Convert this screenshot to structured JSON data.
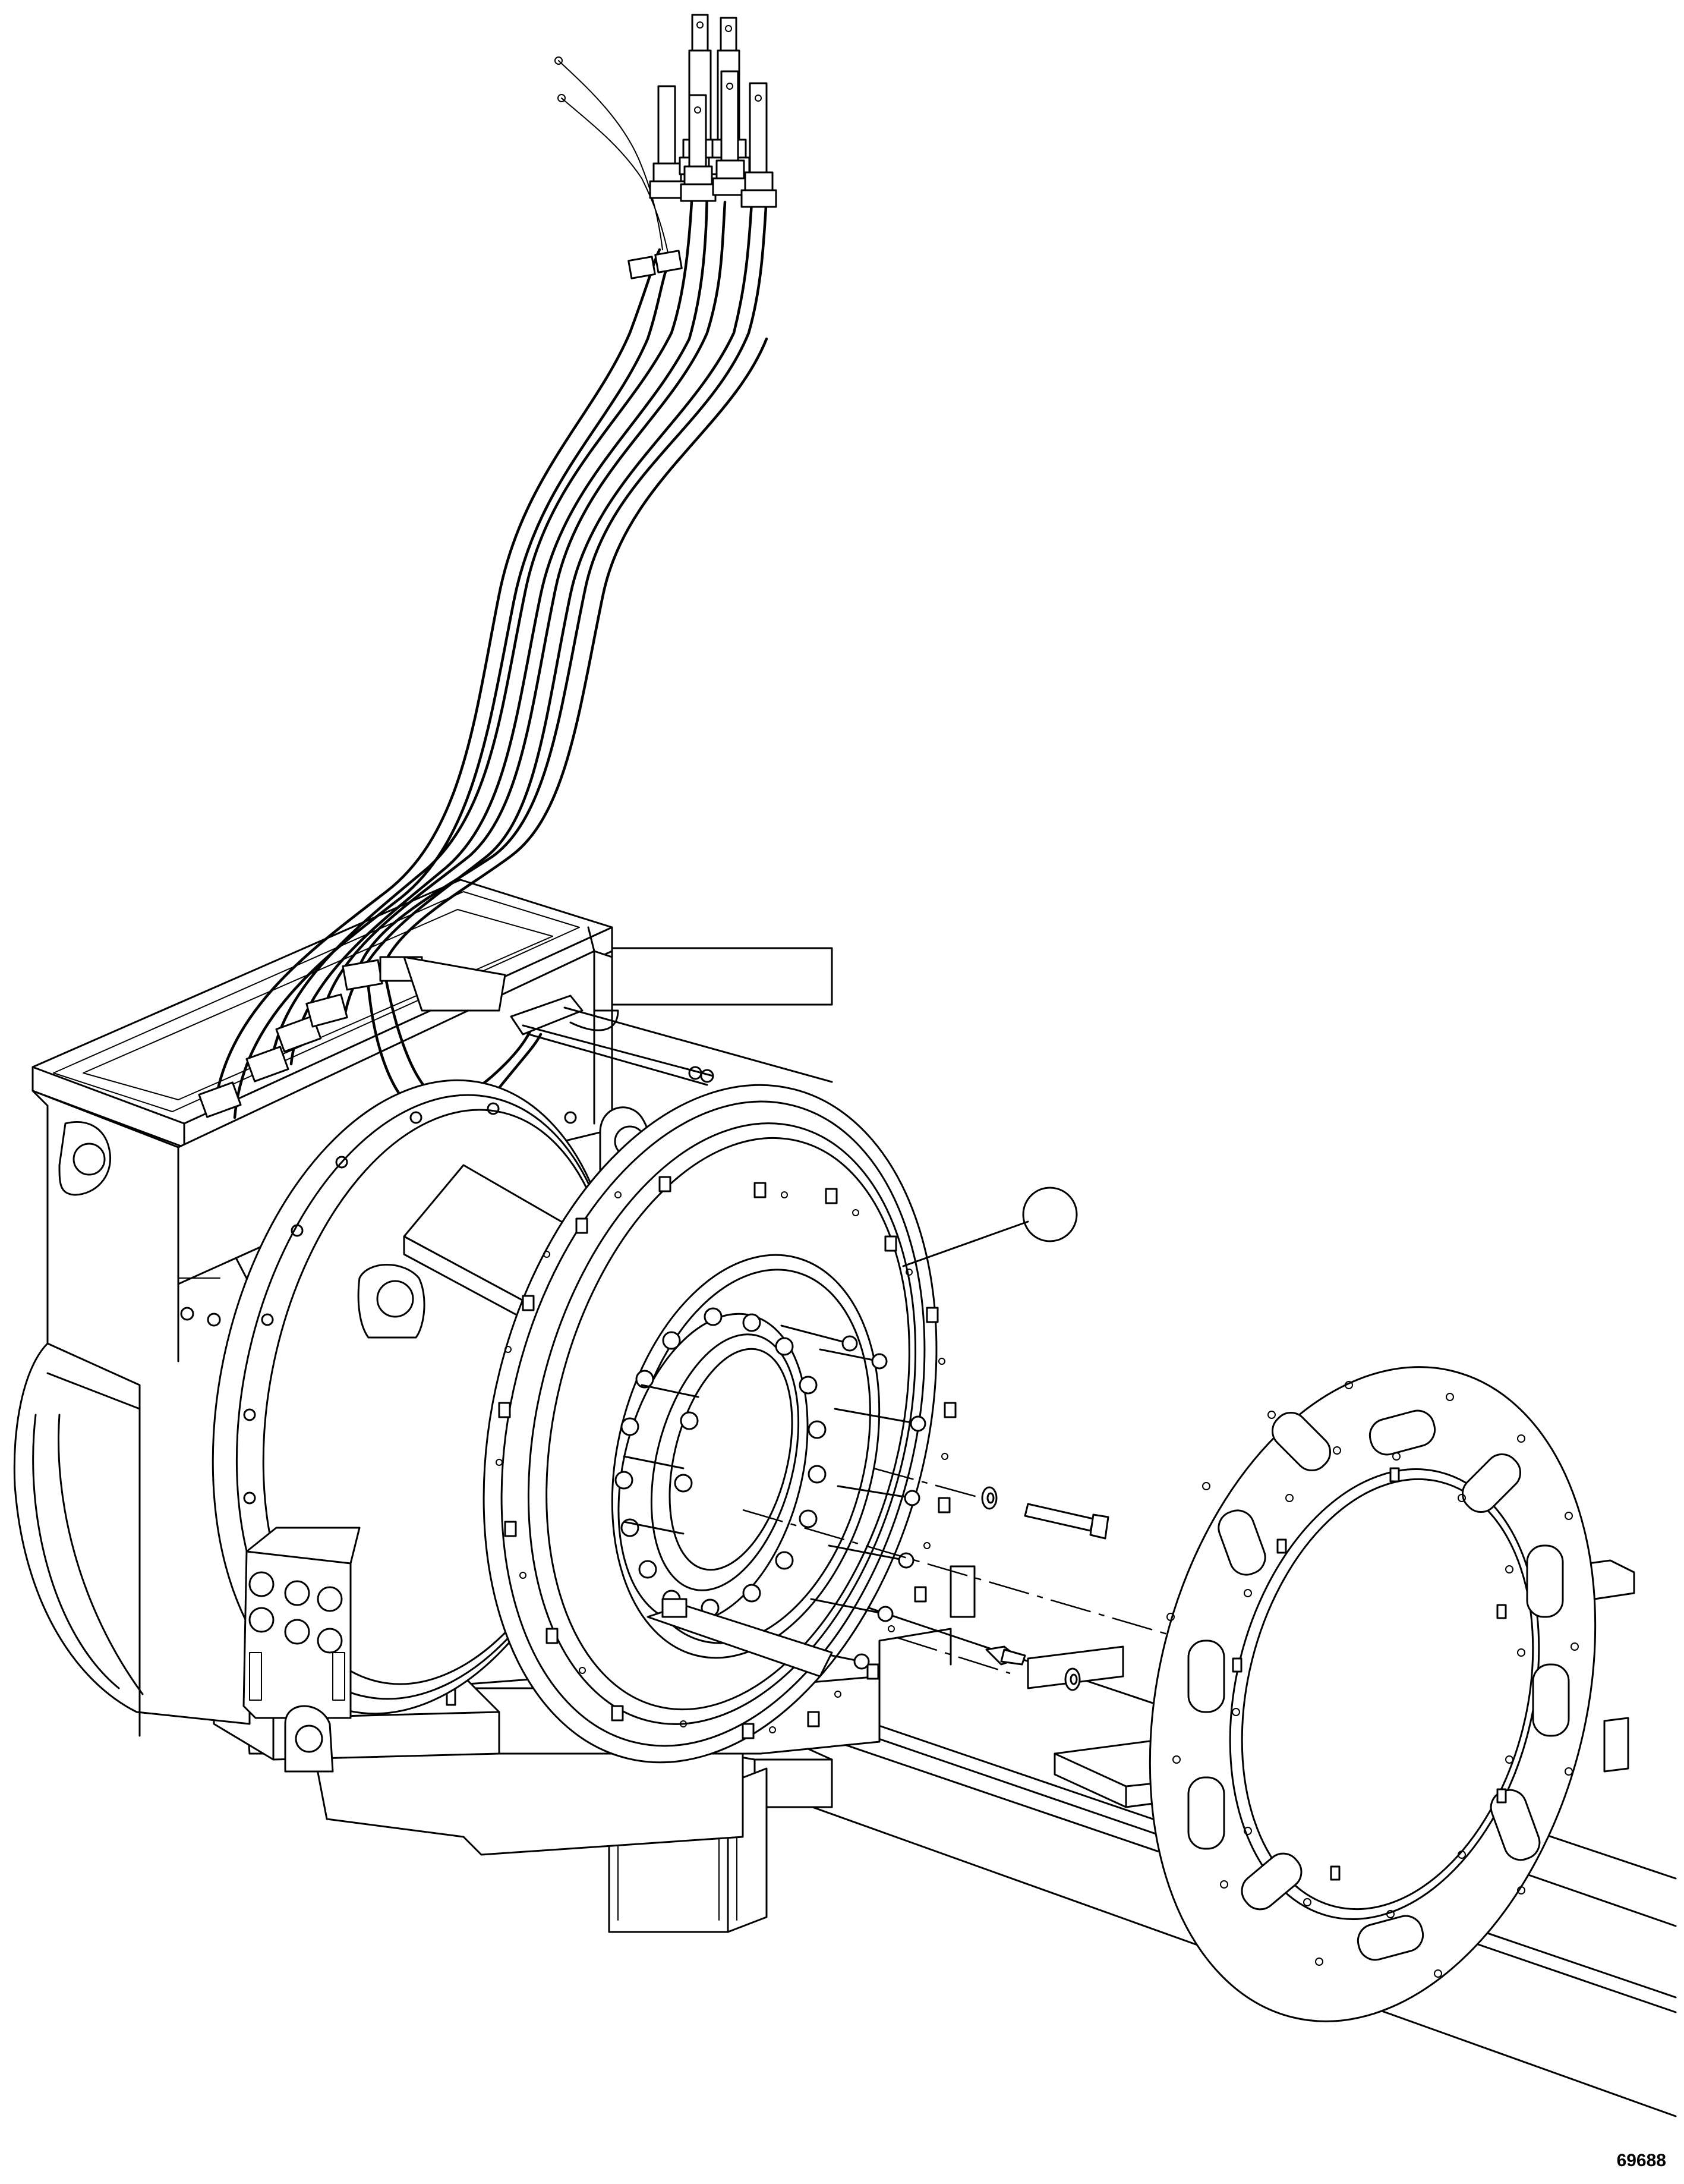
{
  "figure": {
    "number": "69688",
    "callout": ""
  },
  "parts": [
    {
      "name": "traction-motor-frame"
    },
    {
      "name": "power-cable-bundle"
    },
    {
      "name": "cable-terminal-lugs"
    },
    {
      "name": "end-shield-flange"
    },
    {
      "name": "bearing-cap-bolt-circle"
    },
    {
      "name": "mounting-ring-plate"
    },
    {
      "name": "cap-screw"
    },
    {
      "name": "lock-washer"
    },
    {
      "name": "support-rails"
    }
  ]
}
